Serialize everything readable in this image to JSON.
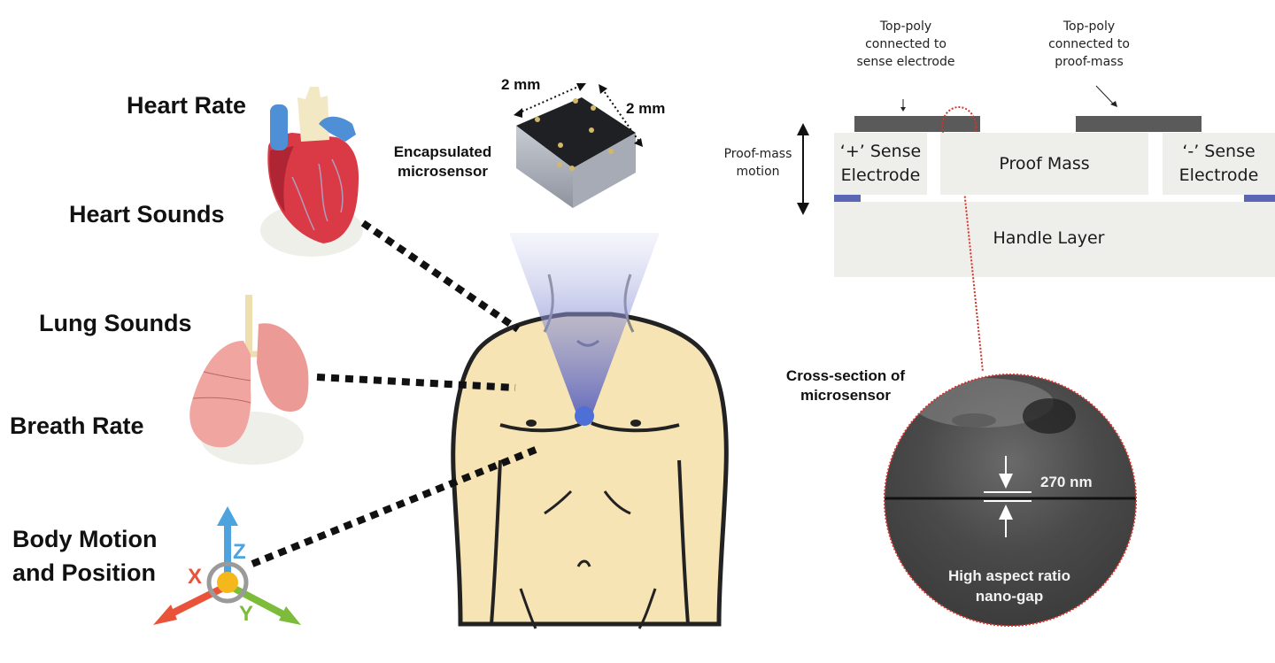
{
  "left_labels": {
    "heart_rate": "Heart Rate",
    "heart_sounds": "Heart Sounds",
    "lung_sounds": "Lung Sounds",
    "breath_rate": "Breath Rate",
    "body_motion_line1": "Body Motion",
    "body_motion_line2": "and Position"
  },
  "axes": {
    "x": "X",
    "y": "Y",
    "z": "Z",
    "colors": {
      "x": "#e8533a",
      "y": "#7dbb3a",
      "z": "#4ea3de",
      "center": "#f5b81c",
      "ring": "#9a9a9a"
    }
  },
  "sensor": {
    "label_line1": "Encapsulated",
    "label_line2": "microsensor",
    "dim_width": "2 mm",
    "dim_depth": "2 mm"
  },
  "cross_section": {
    "top_poly_left_line1": "Top-poly",
    "top_poly_left_line2": "connected to",
    "top_poly_left_line3": "sense electrode",
    "top_poly_right_line1": "Top-poly",
    "top_poly_right_line2": "connected to",
    "top_poly_right_line3": "proof-mass",
    "motion_line1": "Proof-mass",
    "motion_line2": "motion",
    "plus_electrode_line1": "‘+’ Sense",
    "plus_electrode_line2": "Electrode",
    "proof_mass": "Proof Mass",
    "minus_electrode_line1": "‘-’ Sense",
    "minus_electrode_line2": "Electrode",
    "handle_layer": "Handle Layer"
  },
  "sem": {
    "caption_line1": "Cross-section of",
    "caption_line2": "microsensor",
    "gap_value": "270 nm",
    "gap_label_line1": "High aspect ratio",
    "gap_label_line2": "nano-gap"
  },
  "colors": {
    "skin": "#f7e4b5",
    "outline": "#222222",
    "beam": "#5b63c8",
    "sensor_dot": "#4d6fd6",
    "poly": "#5a5a5a",
    "oxide": "#5b66b5",
    "highlight": "#d9302a"
  }
}
